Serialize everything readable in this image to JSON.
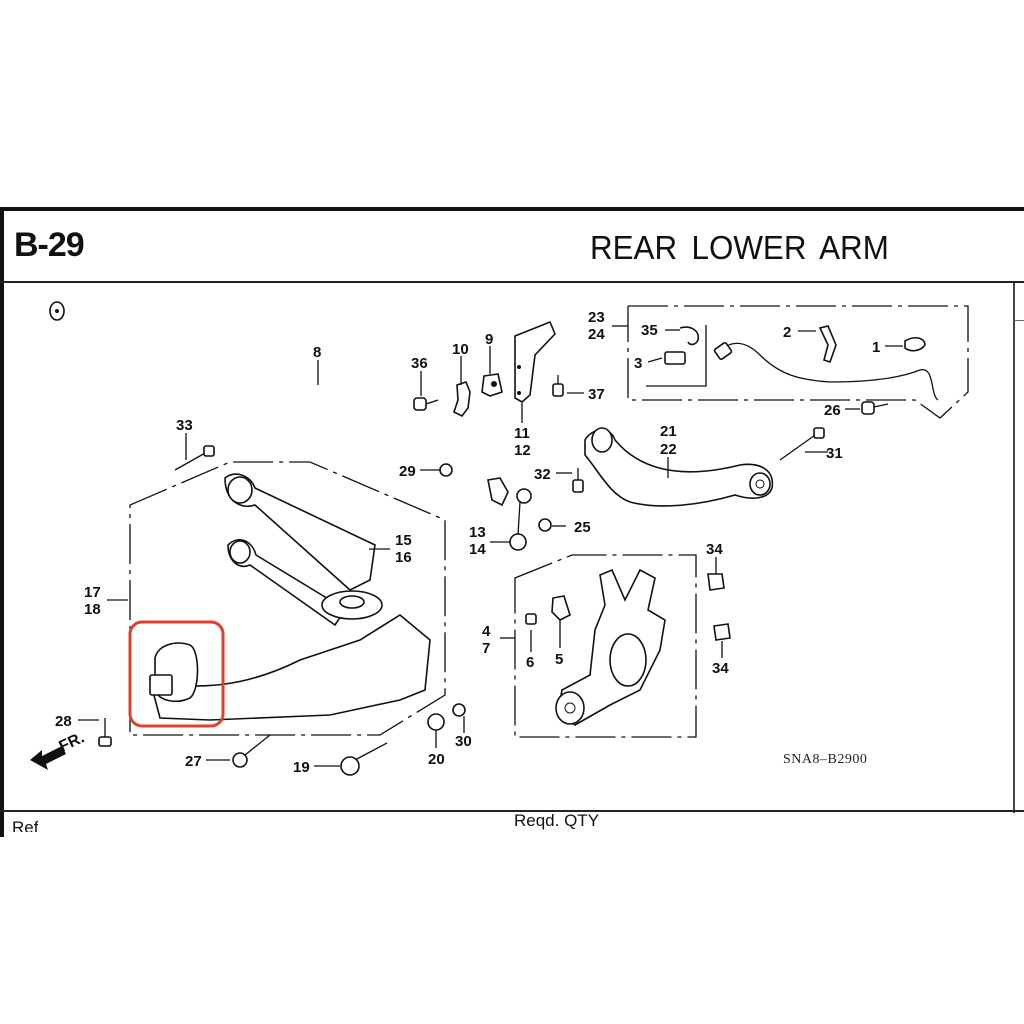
{
  "header": {
    "section_code": "B-29",
    "title": "REAR  LOWER  ARM"
  },
  "diagram": {
    "code": "SNA8–B2900",
    "direction_indicator": "FR.",
    "highlight_color": "#e0412c",
    "highlighted_part": "rear lower arm bushing",
    "callouts": [
      {
        "id": "c1",
        "label": "1"
      },
      {
        "id": "c2",
        "label": "2"
      },
      {
        "id": "c3",
        "label": "3"
      },
      {
        "id": "c4",
        "label": "4"
      },
      {
        "id": "c7",
        "label": "7"
      },
      {
        "id": "c5",
        "label": "5"
      },
      {
        "id": "c6",
        "label": "6"
      },
      {
        "id": "c8",
        "label": "8"
      },
      {
        "id": "c9",
        "label": "9"
      },
      {
        "id": "c10",
        "label": "10"
      },
      {
        "id": "c11",
        "label": "11"
      },
      {
        "id": "c12",
        "label": "12"
      },
      {
        "id": "c13",
        "label": "13"
      },
      {
        "id": "c14",
        "label": "14"
      },
      {
        "id": "c15",
        "label": "15"
      },
      {
        "id": "c16",
        "label": "16"
      },
      {
        "id": "c17",
        "label": "17"
      },
      {
        "id": "c18",
        "label": "18"
      },
      {
        "id": "c19",
        "label": "19"
      },
      {
        "id": "c20",
        "label": "20"
      },
      {
        "id": "c21",
        "label": "21"
      },
      {
        "id": "c22",
        "label": "22"
      },
      {
        "id": "c23",
        "label": "23"
      },
      {
        "id": "c24",
        "label": "24"
      },
      {
        "id": "c25",
        "label": "25"
      },
      {
        "id": "c26",
        "label": "26"
      },
      {
        "id": "c27",
        "label": "27"
      },
      {
        "id": "c28",
        "label": "28"
      },
      {
        "id": "c29",
        "label": "29"
      },
      {
        "id": "c30",
        "label": "30"
      },
      {
        "id": "c31",
        "label": "31"
      },
      {
        "id": "c32",
        "label": "32"
      },
      {
        "id": "c33",
        "label": "33"
      },
      {
        "id": "c34a",
        "label": "34"
      },
      {
        "id": "c34b",
        "label": "34"
      },
      {
        "id": "c35",
        "label": "35"
      },
      {
        "id": "c36",
        "label": "36"
      },
      {
        "id": "c37",
        "label": "37"
      }
    ]
  },
  "table_header": {
    "ref_label": "Ref",
    "reqd_qty_label": "Reqd.  QTY"
  }
}
